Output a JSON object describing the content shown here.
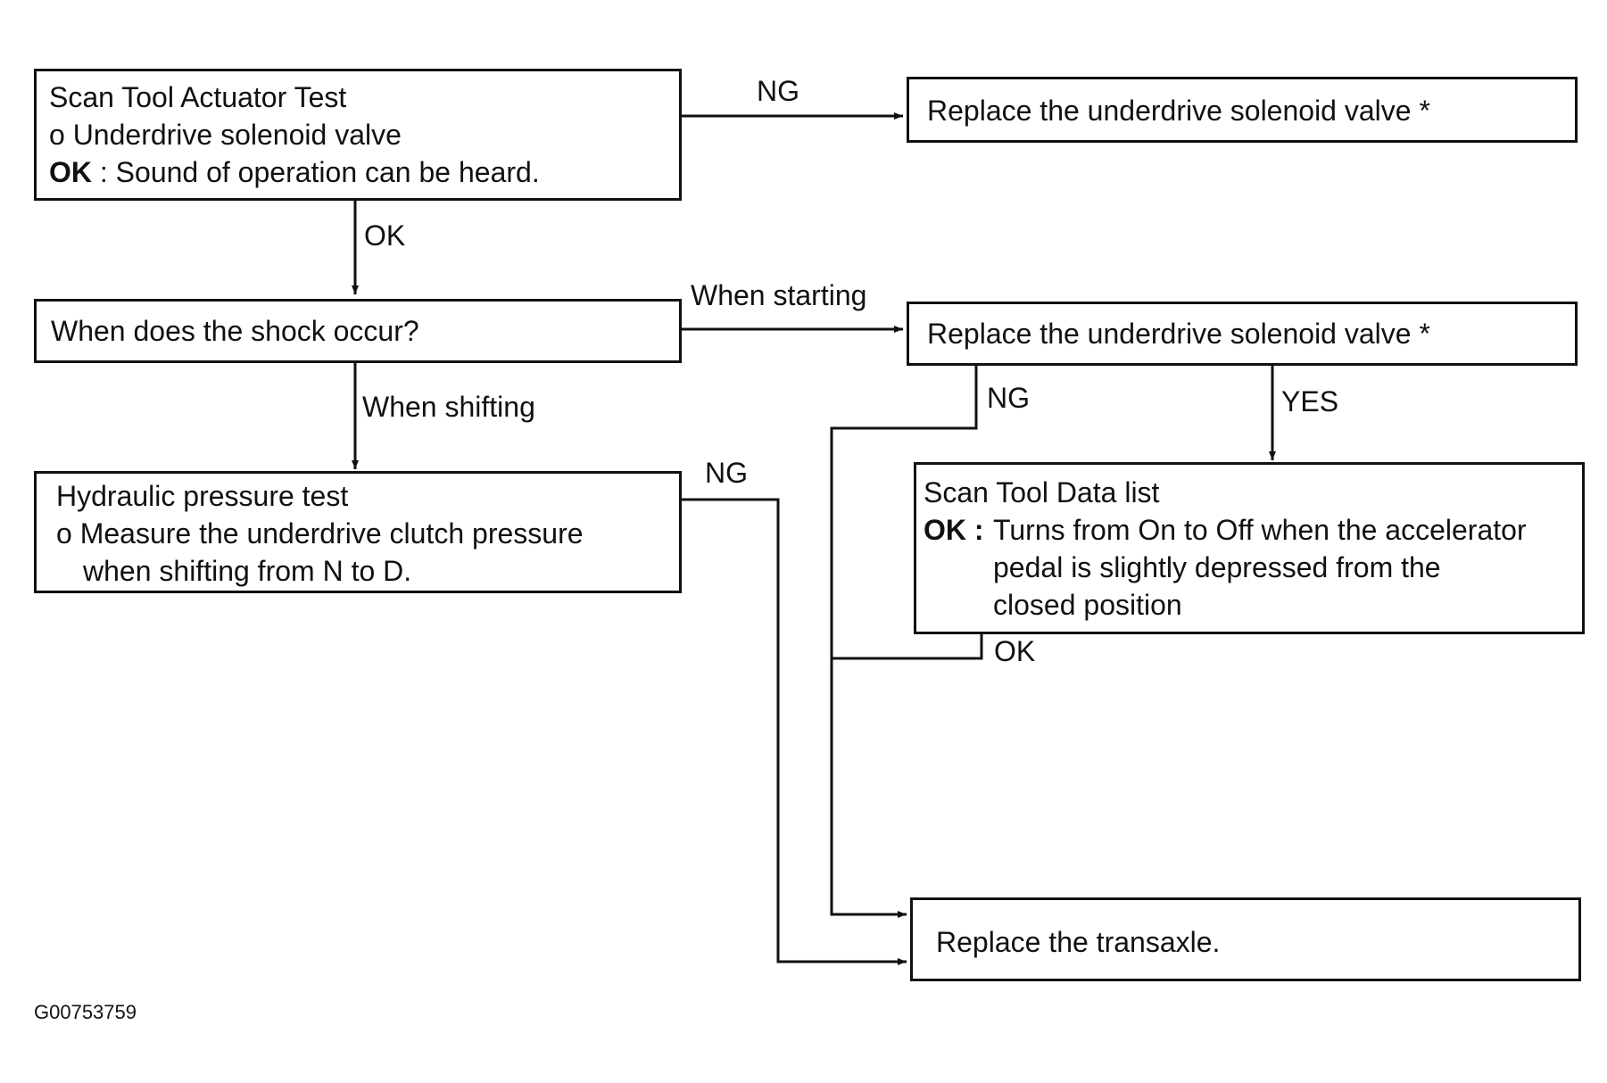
{
  "boxes": {
    "actuator_test": {
      "title": "Scan Tool Actuator Test",
      "item": "o Underdrive solenoid valve",
      "ok_key": "OK",
      "ok_text": " : Sound of operation can be heard."
    },
    "replace_valve_1": {
      "text": "Replace the underdrive solenoid valve *"
    },
    "shock_question": {
      "text": "When does the shock occur?"
    },
    "replace_valve_2": {
      "text": "Replace the underdrive solenoid valve *"
    },
    "hydraulic_test": {
      "title": "Hydraulic pressure test",
      "item_line1": "o Measure the underdrive clutch pressure",
      "item_line2": "when shifting from N to D."
    },
    "data_list": {
      "title": "Scan Tool Data list",
      "ok_key": "OK :",
      "ok_line1": "Turns from On to Off when the accelerator",
      "ok_line2": "pedal is slightly depressed from the",
      "ok_line3": "closed position"
    },
    "replace_transaxle": {
      "text": "Replace the transaxle."
    }
  },
  "edge_labels": {
    "actuator_ng": "NG",
    "actuator_ok": "OK",
    "when_starting": "When starting",
    "when_shifting": "When shifting",
    "hydraulic_ng": "NG",
    "valve2_ng": "NG",
    "valve2_yes": "YES",
    "data_list_ok": "OK"
  },
  "footer": {
    "figure_id": "G00753759"
  }
}
